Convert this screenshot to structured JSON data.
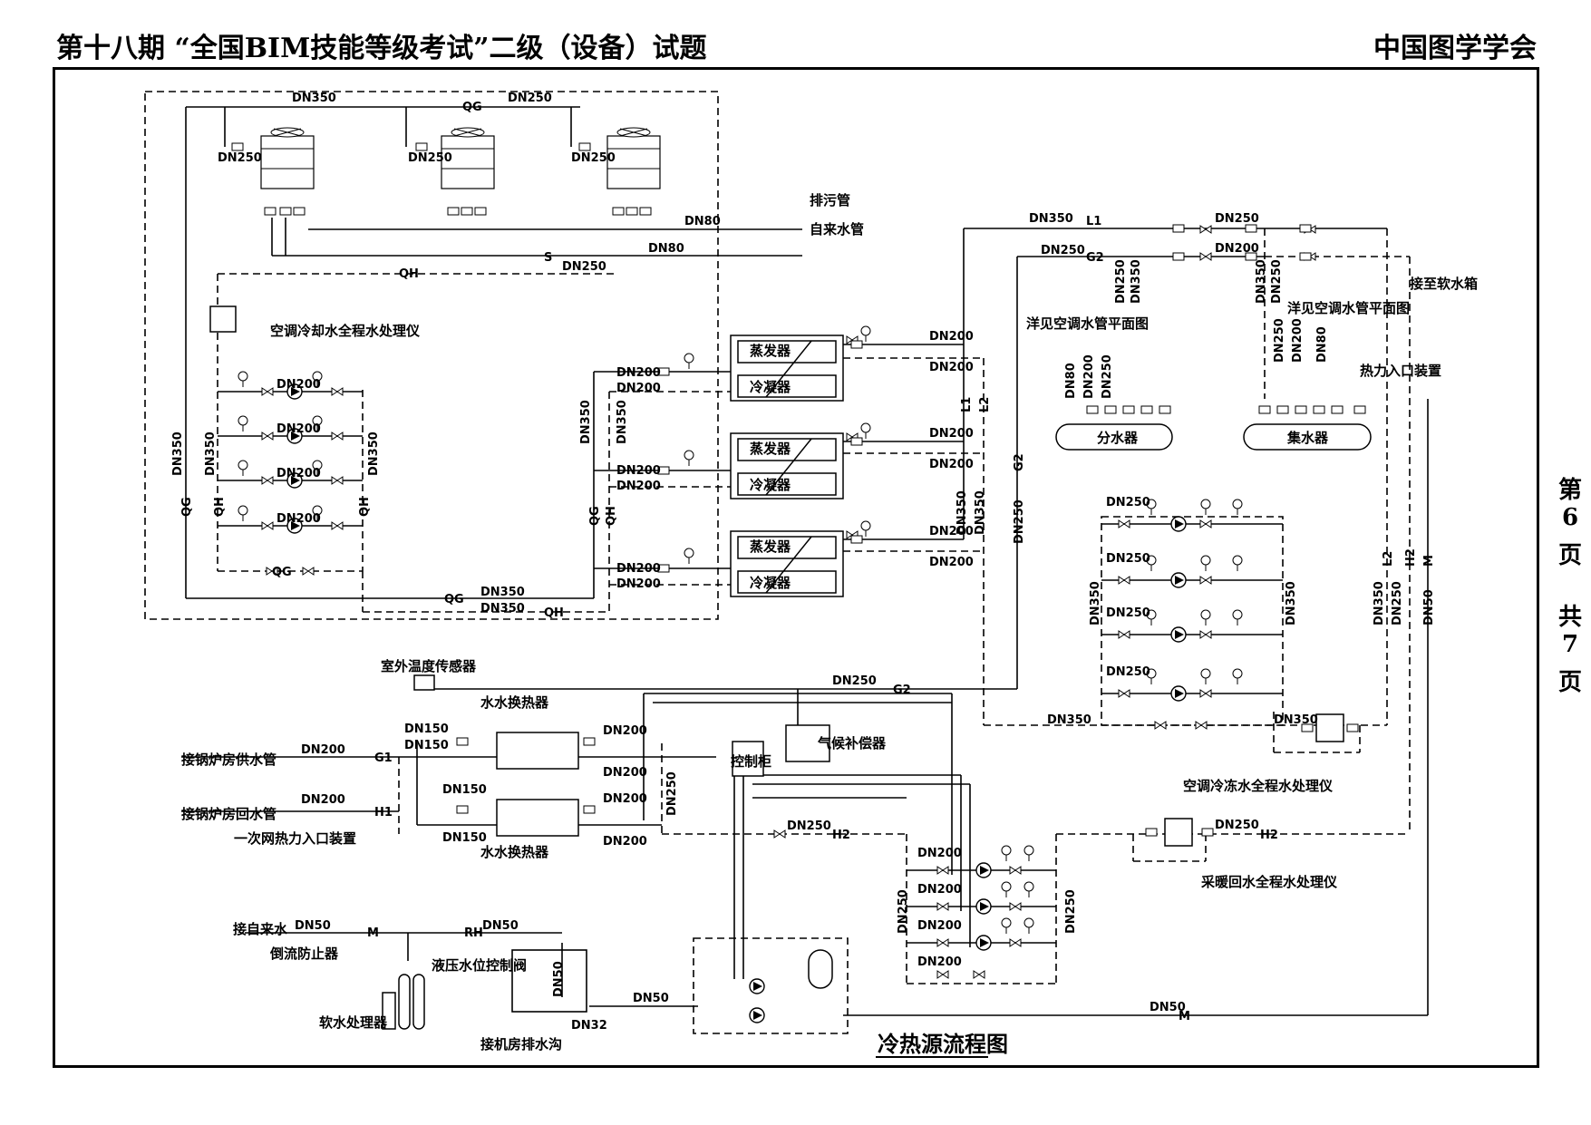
{
  "header": {
    "left_title": "第十八期 “全国BIM技能等级考试”二级（设备）试题",
    "right_title": "中国图学学会"
  },
  "page_indicator": {
    "di": "第",
    "page": "6",
    "ye1": "页",
    "gong": "共",
    "total": "7",
    "ye2": "页"
  },
  "diagram": {
    "title": "冷热源流程图",
    "equipment": {
      "evaporator": "蒸发器",
      "condenser": "冷凝器",
      "supply_header": "分水器",
      "return_header": "集水器",
      "heat_exchanger_top": "水水换热器",
      "heat_exchanger_bottom": "水水换热器",
      "control_cabinet": "控制柜",
      "pressure_compensator": "气候补偿器",
      "outdoor_sensor": "室外温度传感器",
      "cooling_treatment": "空调冷却水全程水处理仪",
      "chilled_treatment": "空调冷冻水全程水处理仪",
      "heating_treatment": "采暖回水全程水处理仪",
      "soft_water_device": "软水处理器",
      "backflow_preventer": "倒流防止器",
      "level_valve": "液压水位控制阀",
      "primary_heat_entry": "一次网热力入口装置",
      "heat_entry_device": "热力入口装置"
    },
    "labels": {
      "drain_pipe": "排污管",
      "tap_water_pipe": "自来水管",
      "boiler_supply": "接锅炉房供水管",
      "boiler_return": "接锅炉房回水管",
      "tap_water_in": "接自来水",
      "to_drain": "接机房排水沟",
      "to_soft_tank": "接至软水箱",
      "see_plan_1": "洋见空调水管平面图",
      "see_plan_2": "洋见空调水管平面图"
    },
    "pipes": {
      "dn350": "DN350",
      "dn250": "DN250",
      "dn200": "DN200",
      "dn150": "DN150",
      "dn80": "DN80",
      "dn50": "DN50",
      "dn32": "DN32",
      "qg": "QG",
      "qh": "QH",
      "s": "S",
      "l1": "L1",
      "l2": "L2",
      "g1": "G1",
      "g2": "G2",
      "h1": "H1",
      "h2": "H2",
      "m": "M",
      "rh": "RH"
    }
  }
}
